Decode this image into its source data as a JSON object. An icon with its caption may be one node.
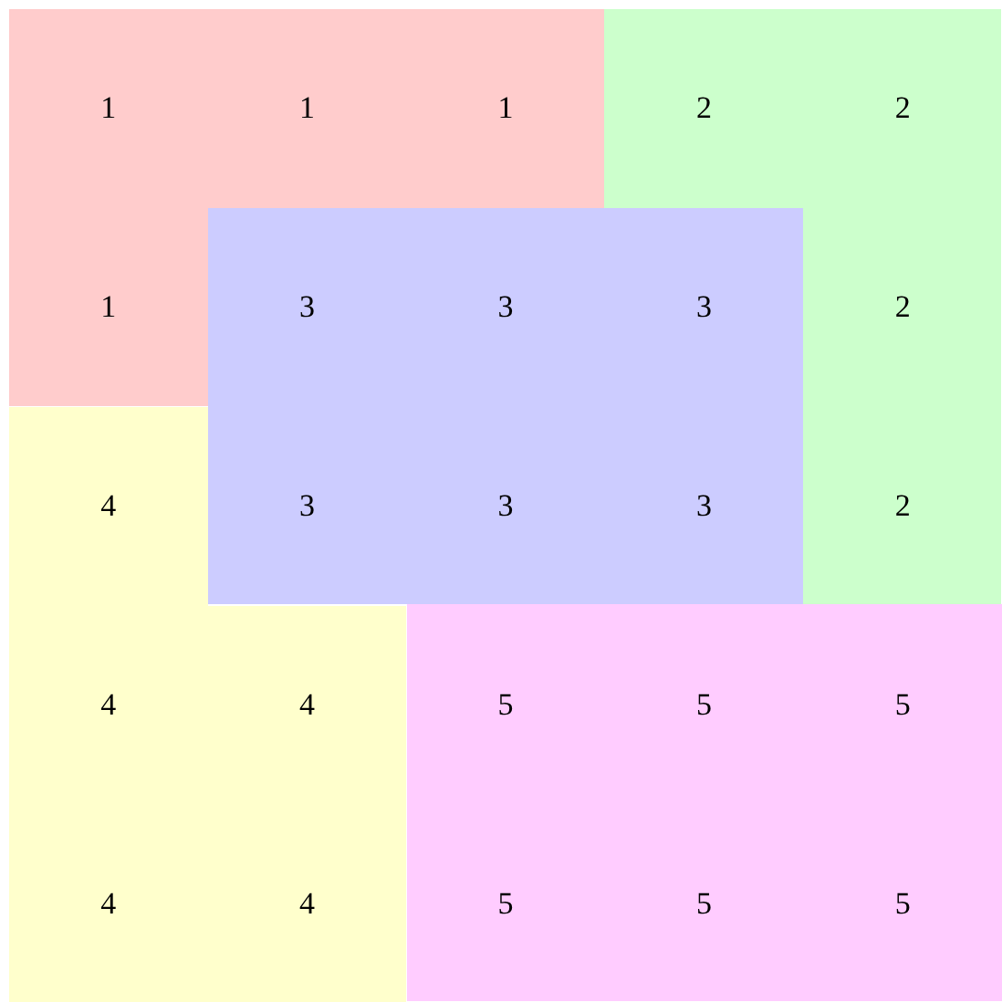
{
  "diagram": {
    "nodes": [
      {
        "text": [
          "1",
          "1",
          "1",
          "1"
        ]
      },
      {
        "text": [
          "2",
          "2",
          "2",
          "2"
        ]
      },
      {
        "text": [
          "4",
          "4",
          "4",
          "4",
          "4"
        ]
      },
      {
        "text": [
          "5",
          "5",
          "5",
          "5",
          "5",
          "5"
        ]
      },
      {
        "text": [
          "3",
          "3",
          "3",
          "3",
          "3",
          "3"
        ]
      }
    ]
  }
}
